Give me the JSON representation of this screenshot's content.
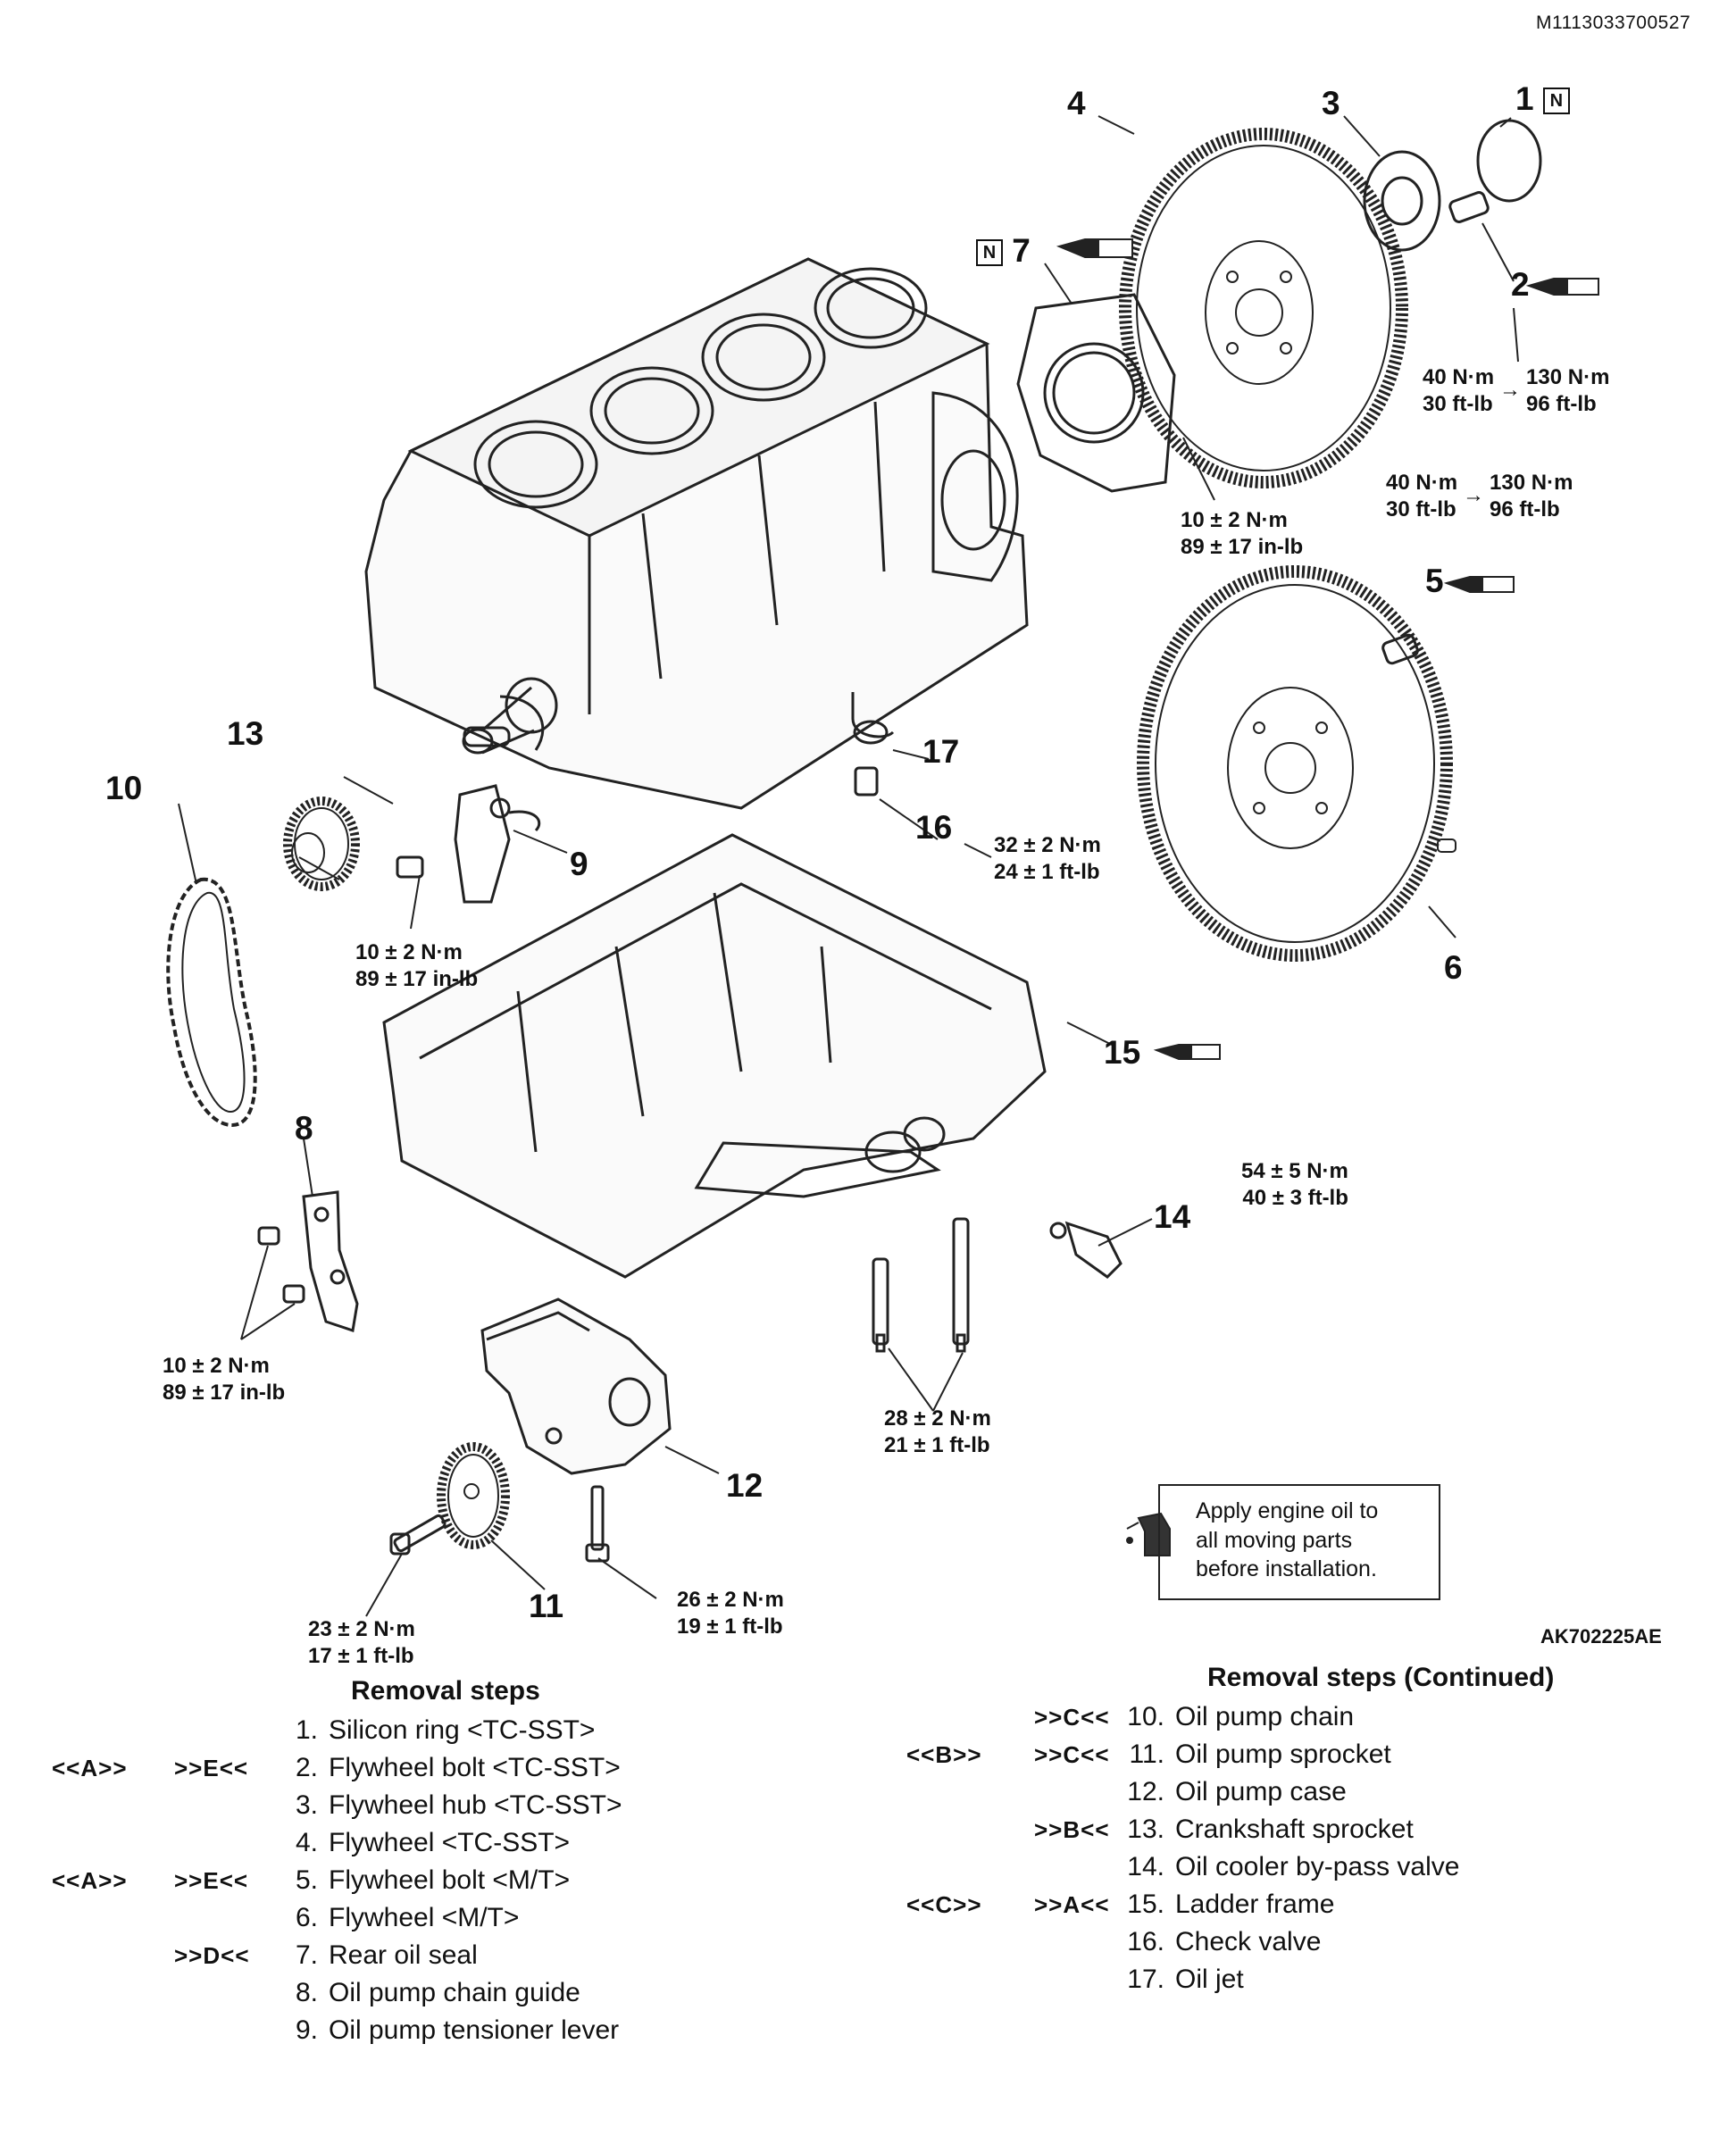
{
  "document_id": "M1113033700527",
  "figure_id": "AK702225AE",
  "callouts": {
    "c1": "1",
    "c2": "2",
    "c3": "3",
    "c4": "4",
    "c5": "5",
    "c6": "6",
    "c7": "7",
    "c8": "8",
    "c9": "9",
    "c10": "10",
    "c11": "11",
    "c12": "12",
    "c13": "13",
    "c14": "14",
    "c15": "15",
    "c16": "16",
    "c17": "17"
  },
  "new_part_mark": "N",
  "torque_specs": {
    "flywheel_bolt_tc": {
      "a1": "40 N·m",
      "a2": "30 ft-lb",
      "b1": "130 N·m",
      "b2": "96 ft-lb"
    },
    "flywheel_bolt_mt": {
      "a1": "40 N·m",
      "a2": "30 ft-lb",
      "b1": "130 N·m",
      "b2": "96 ft-lb"
    },
    "rear_seal_bolt": {
      "l1": "10 ± 2 N·m",
      "l2": "89 ± 17 in-lb"
    },
    "check_valve": {
      "l1": "32 ± 2 N·m",
      "l2": "24 ± 1 ft-lb"
    },
    "tensioner_bolt": {
      "l1": "10 ± 2 N·m",
      "l2": "89 ± 17 in-lb"
    },
    "bypass_valve": {
      "l1": "54 ± 5 N·m",
      "l2": "40 ± 3 ft-lb"
    },
    "chain_guide_bolts": {
      "l1": "10 ± 2 N·m",
      "l2": "89 ± 17 in-lb"
    },
    "ladder_long_bolts": {
      "l1": "28 ± 2 N·m",
      "l2": "21 ± 1 ft-lb"
    },
    "pump_case_bolt": {
      "l1": "26 ± 2 N·m",
      "l2": "19 ± 1 ft-lb"
    },
    "sprocket_bolt": {
      "l1": "23 ± 2 N·m",
      "l2": "17 ± 1 ft-lb"
    }
  },
  "oil_note": {
    "line1": "Apply engine oil to",
    "line2": "all moving parts",
    "line3": "before installation."
  },
  "removal_steps": {
    "title": "Removal steps",
    "items": [
      {
        "num": "1.",
        "text": "Silicon ring <TC-SST>",
        "codeA": "",
        "codeB": ""
      },
      {
        "num": "2.",
        "text": "Flywheel bolt <TC-SST>",
        "codeA": "<<A>>",
        "codeB": ">>E<<"
      },
      {
        "num": "3.",
        "text": "Flywheel hub <TC-SST>",
        "codeA": "",
        "codeB": ""
      },
      {
        "num": "4.",
        "text": "Flywheel <TC-SST>",
        "codeA": "",
        "codeB": ""
      },
      {
        "num": "5.",
        "text": "Flywheel bolt <M/T>",
        "codeA": "<<A>>",
        "codeB": ">>E<<"
      },
      {
        "num": "6.",
        "text": "Flywheel <M/T>",
        "codeA": "",
        "codeB": ""
      },
      {
        "num": "7.",
        "text": "Rear oil seal",
        "codeA": "",
        "codeB": ">>D<<"
      },
      {
        "num": "8.",
        "text": "Oil pump chain guide",
        "codeA": "",
        "codeB": ""
      },
      {
        "num": "9.",
        "text": "Oil pump tensioner lever",
        "codeA": "",
        "codeB": ""
      }
    ]
  },
  "removal_steps_continued": {
    "title": "Removal steps (Continued)",
    "items": [
      {
        "num": "10.",
        "text": "Oil pump chain",
        "codeA": "",
        "codeB": ">>C<<"
      },
      {
        "num": "11.",
        "text": "Oil pump sprocket",
        "codeA": "<<B>>",
        "codeB": ">>C<<"
      },
      {
        "num": "12.",
        "text": "Oil pump case",
        "codeA": "",
        "codeB": ""
      },
      {
        "num": "13.",
        "text": "Crankshaft sprocket",
        "codeA": "",
        "codeB": ">>B<<"
      },
      {
        "num": "14.",
        "text": "Oil cooler by-pass valve",
        "codeA": "",
        "codeB": ""
      },
      {
        "num": "15.",
        "text": "Ladder frame",
        "codeA": "<<C>>",
        "codeB": ">>A<<"
      },
      {
        "num": "16.",
        "text": "Check valve",
        "codeA": "",
        "codeB": ""
      },
      {
        "num": "17.",
        "text": "Oil jet",
        "codeA": "",
        "codeB": ""
      }
    ]
  }
}
